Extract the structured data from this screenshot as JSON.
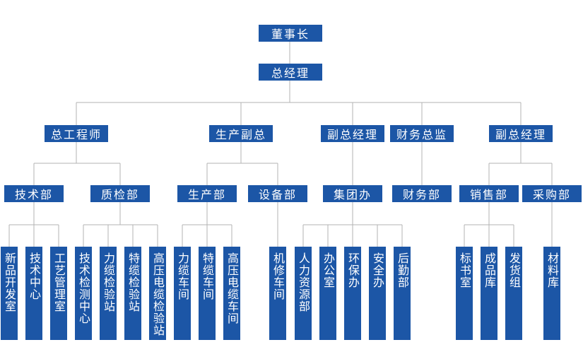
{
  "nodes": {
    "chairman": "董事长",
    "gm": "总经理",
    "chief_engineer": "总工程师",
    "prod_vp": "生产副总",
    "vgm1": "副总经理",
    "cfo": "财务总监",
    "vgm2": "副总经理",
    "tech_dept": "技术部",
    "qc_dept": "质检部",
    "prod_dept": "生产部",
    "equip_dept": "设备部",
    "group_office": "集团办",
    "finance_dept": "财务部",
    "sales_dept": "销售部",
    "purchase_dept": "采购部",
    "newprod_room": "新品开发室",
    "tech_center": "技术中心",
    "process_room": "工艺管理室",
    "test_center": "技术检测中心",
    "power_station": "力缆检验站",
    "special_station": "特缆检验站",
    "hv_station": "高压电缆检验站",
    "power_workshop": "力缆车间",
    "special_workshop": "特缆车间",
    "hv_workshop": "高压电缆车间",
    "mech_workshop": "机修车间",
    "hr": "人力资源部",
    "office": "办公室",
    "env_office": "环保办",
    "safety_office": "安全办",
    "logistics": "后勤部",
    "bid_room": "标书室",
    "warehouse": "成品库",
    "shipping": "发货组",
    "material_store": "材料库"
  }
}
